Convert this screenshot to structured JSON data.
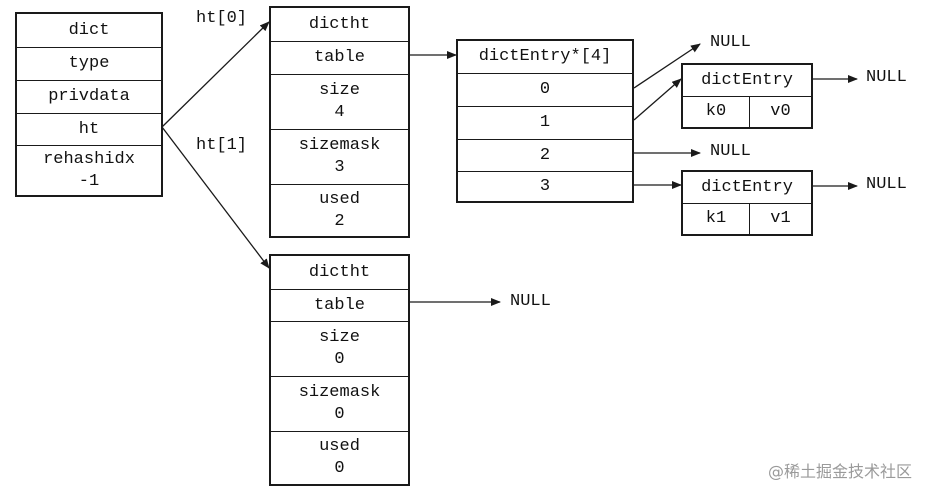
{
  "dict": {
    "title": "dict",
    "fields": [
      "type",
      "privdata",
      "ht"
    ],
    "rehash_label": "rehashidx",
    "rehash_value": "-1"
  },
  "labels": {
    "ht0": "ht[0]",
    "ht1": "ht[1]"
  },
  "ht0": {
    "title": "dictht",
    "table_label": "table",
    "size_label": "size",
    "size_value": "4",
    "sizemask_label": "sizemask",
    "sizemask_value": "3",
    "used_label": "used",
    "used_value": "2"
  },
  "ht1": {
    "title": "dictht",
    "table_label": "table",
    "size_label": "size",
    "size_value": "0",
    "sizemask_label": "sizemask",
    "sizemask_value": "0",
    "used_label": "used",
    "used_value": "0",
    "table_target": "NULL"
  },
  "table": {
    "title": "dictEntry*[4]",
    "slots": [
      "0",
      "1",
      "2",
      "3"
    ]
  },
  "entries": [
    {
      "title": "dictEntry",
      "key": "k0",
      "value": "v0",
      "next": "NULL"
    },
    {
      "title": "dictEntry",
      "key": "k1",
      "value": "v1",
      "next": "NULL"
    }
  ],
  "nulls": {
    "slot0": "NULL",
    "slot2": "NULL"
  },
  "watermark": "@稀土掘金技术社区",
  "colors": {
    "line": "#1a1a1a",
    "watermark": "#9a9a9a"
  }
}
